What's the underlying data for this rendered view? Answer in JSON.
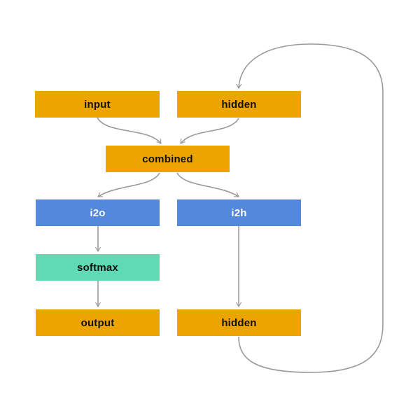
{
  "diagram": {
    "type": "flowchart",
    "description": "recurrent-neural-network data flow diagram",
    "nodes": {
      "input": {
        "label": "input",
        "color": "#ECA400",
        "text_color": "#111111"
      },
      "hidden_top": {
        "label": "hidden",
        "color": "#ECA400",
        "text_color": "#111111"
      },
      "combined": {
        "label": "combined",
        "color": "#ECA400",
        "text_color": "#111111"
      },
      "i2o": {
        "label": "i2o",
        "color": "#5388DD",
        "text_color": "#ffffff"
      },
      "i2h": {
        "label": "i2h",
        "color": "#5388DD",
        "text_color": "#ffffff"
      },
      "softmax": {
        "label": "softmax",
        "color": "#5FDBB3",
        "text_color": "#111111"
      },
      "output": {
        "label": "output",
        "color": "#ECA400",
        "text_color": "#111111"
      },
      "hidden_bottom": {
        "label": "hidden",
        "color": "#ECA400",
        "text_color": "#111111"
      }
    },
    "edges": [
      {
        "from": "input",
        "to": "combined"
      },
      {
        "from": "hidden_top",
        "to": "combined"
      },
      {
        "from": "combined",
        "to": "i2o"
      },
      {
        "from": "combined",
        "to": "i2h"
      },
      {
        "from": "i2o",
        "to": "softmax"
      },
      {
        "from": "softmax",
        "to": "output"
      },
      {
        "from": "i2h",
        "to": "hidden_bottom"
      },
      {
        "from": "hidden_bottom",
        "to": "hidden_top",
        "style": "recurrent-loop"
      }
    ],
    "palette": {
      "node_orange": "#ECA400",
      "node_blue": "#5388DD",
      "node_green": "#5FDBB3",
      "edge_gray": "#999999",
      "background": "#ffffff"
    }
  }
}
